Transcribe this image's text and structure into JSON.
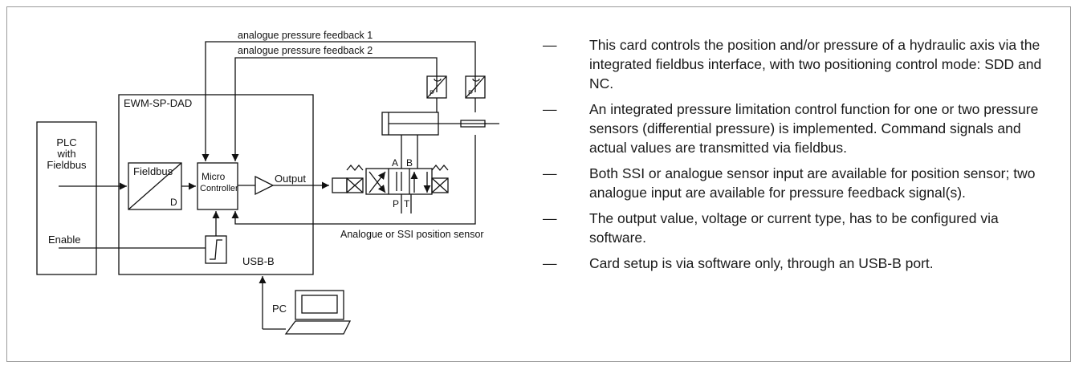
{
  "diagram": {
    "plc_label": [
      "PLC",
      "with",
      "Fieldbus"
    ],
    "enable_label": "Enable",
    "card_name": "EWM-SP-DAD",
    "fieldbus_label": "Fieldbus",
    "fieldbus_d": "D",
    "micro_label": [
      "Micro",
      "Controller"
    ],
    "output_label": "Output",
    "usb_label": "USB-B",
    "pc_label": "PC",
    "feedback1_label": "analogue pressure feedback 1",
    "feedback2_label": "analogue pressure feedback 2",
    "sensor_label": "Analogue or SSI position sensor",
    "pressure_sensor_letter": "P",
    "port_a": "A",
    "port_b": "B",
    "port_p": "P",
    "port_t": "T"
  },
  "bullets": [
    {
      "dash": "—",
      "text": "This card controls the position and/or pressure of a hydraulic axis via the integrated fieldbus interface, with two positioning control mode: SDD and NC."
    },
    {
      "dash": "—",
      "text": "An integrated pressure limitation control function for one or two pressure sensors (differential pressure) is implemented. Command signals and actual values are transmitted via fieldbus."
    },
    {
      "dash": "—",
      "text": "Both SSI or analogue sensor input are available for position sensor; two analogue input are available for pressure feedback signal(s)."
    },
    {
      "dash": "—",
      "text": "The output value, voltage or current type, has to be configured via software."
    },
    {
      "dash": "—",
      "text": "Card setup is via software only, through an USB-B port."
    }
  ]
}
